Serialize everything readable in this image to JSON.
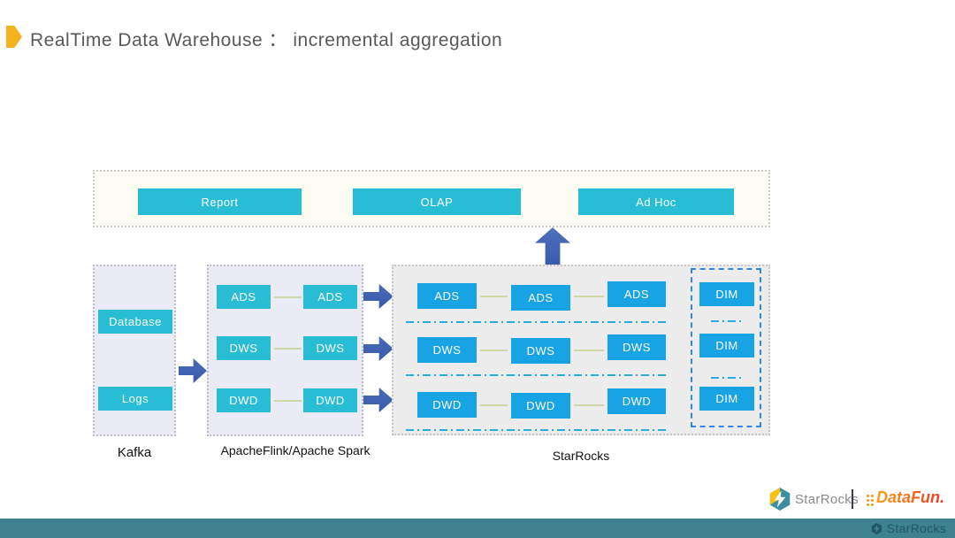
{
  "slide": {
    "title": "RealTime Data Warehouse ： incremental aggregation"
  },
  "serving": {
    "report": "Report",
    "olap": "OLAP",
    "adhoc": "Ad Hoc"
  },
  "kafka": {
    "database": "Database",
    "logs": "Logs",
    "label": "Kafka"
  },
  "flink": {
    "rows": [
      [
        "ADS",
        "ADS"
      ],
      [
        "DWS",
        "DWS"
      ],
      [
        "DWD",
        "DWD"
      ]
    ],
    "label": "ApacheFlink/Apache Spark"
  },
  "starrocks": {
    "rows": [
      [
        "ADS",
        "ADS",
        "ADS"
      ],
      [
        "DWS",
        "DWS",
        "DWS"
      ],
      [
        "DWD",
        "DWD",
        "DWD"
      ]
    ],
    "label": "StarRocks"
  },
  "dim": {
    "items": [
      "DIM",
      "DIM",
      "DIM"
    ]
  },
  "footer": {
    "starrocks_label": "StarRocks",
    "datafun_label": "DataFun.",
    "bar_label": "StarRocks"
  },
  "colors": {
    "accent_cyan": "#29BDD5",
    "accent_azure": "#18A3E4",
    "arrow_blue": "#3E5FB0",
    "gold": "#F2B41C",
    "bar_teal": "#3E8290",
    "dashdot_cyan": "#29ABE2",
    "dim_border": "#3087E8",
    "lavender_bg": "#EBEBF5",
    "gray_bg": "#ECECEC",
    "cream_bg": "#FDFCF3"
  }
}
